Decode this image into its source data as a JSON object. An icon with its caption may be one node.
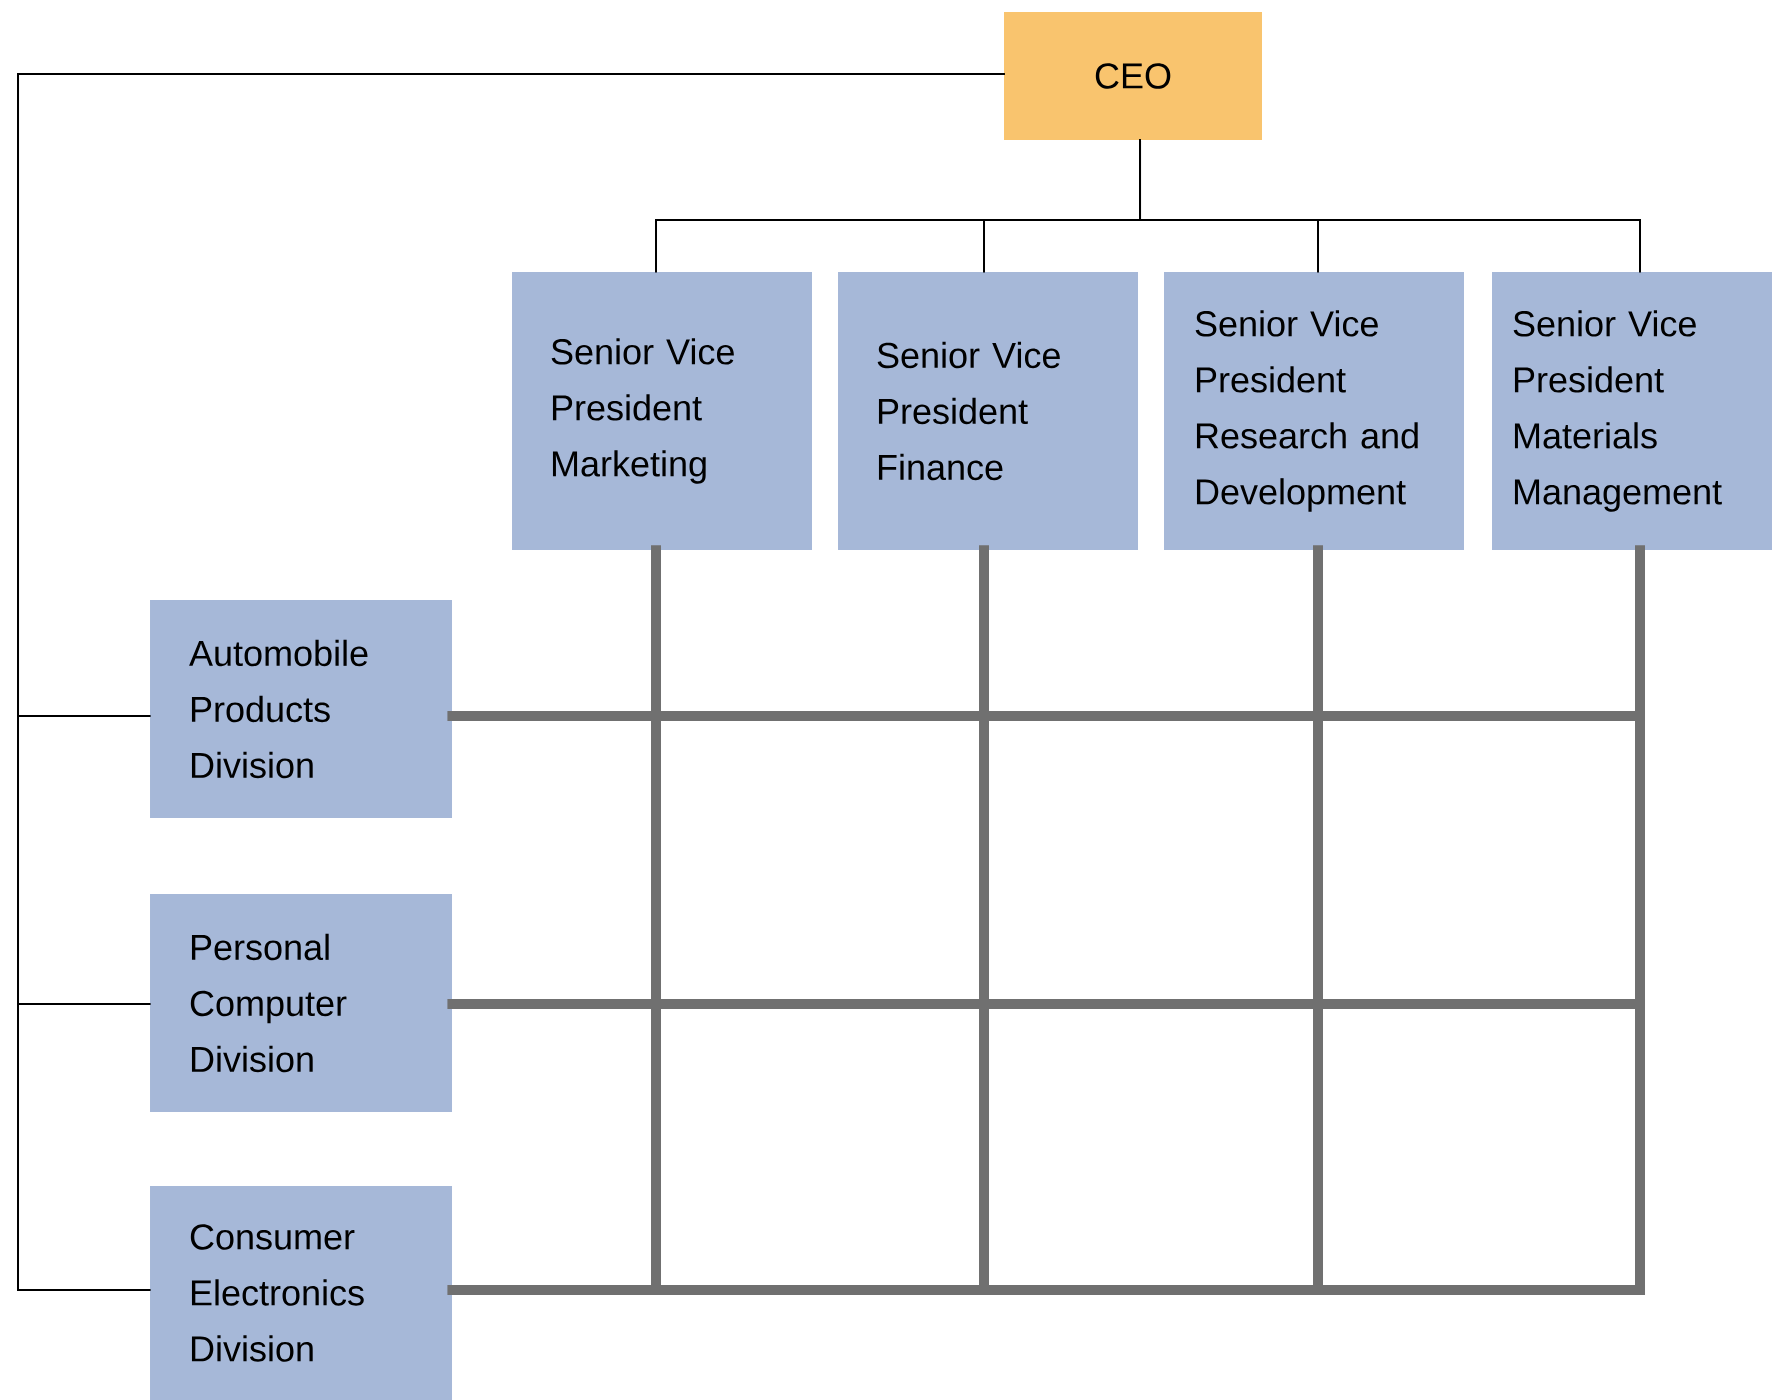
{
  "diagram": {
    "nodes": [
      {
        "text": [
          "CEO"
        ]
      },
      {
        "text": [
          "Senior Vice President Marketing"
        ]
      },
      {
        "text": [
          "Senior Vice President Finance"
        ]
      },
      {
        "text": [
          "Senior Vice President Research and Development"
        ]
      },
      {
        "text": [
          "Senior Vice President Materials Management"
        ]
      },
      {
        "text": [
          "Automobile Products Division"
        ]
      },
      {
        "text": [
          "Personal Computer Division"
        ]
      },
      {
        "text": [
          "Consumer Electronics Division"
        ]
      }
    ],
    "edges": [
      {
        "from": 0,
        "to": 1,
        "arrow": "none"
      },
      {
        "from": 0,
        "to": 2,
        "arrow": "none"
      },
      {
        "from": 0,
        "to": 3,
        "arrow": "none"
      },
      {
        "from": 0,
        "to": 4,
        "arrow": "none"
      },
      {
        "from": 0,
        "to": 5,
        "arrow": "none"
      },
      {
        "from": 0,
        "to": 6,
        "arrow": "none"
      },
      {
        "from": 0,
        "to": 7,
        "arrow": "none"
      },
      {
        "from": 1,
        "to": null,
        "arrow": "none",
        "style": "thick",
        "color": "#707070"
      },
      {
        "from": 2,
        "to": null,
        "arrow": "none",
        "style": "thick",
        "color": "#707070"
      },
      {
        "from": 3,
        "to": null,
        "arrow": "none",
        "style": "thick",
        "color": "#707070"
      },
      {
        "from": 4,
        "to": null,
        "arrow": "none",
        "style": "thick",
        "color": "#707070"
      },
      {
        "from": 5,
        "to": null,
        "arrow": "none",
        "style": "thick",
        "color": "#707070"
      },
      {
        "from": 6,
        "to": null,
        "arrow": "none",
        "style": "thick",
        "color": "#707070"
      },
      {
        "from": 7,
        "to": null,
        "arrow": "none",
        "style": "thick",
        "color": "#707070"
      }
    ]
  }
}
